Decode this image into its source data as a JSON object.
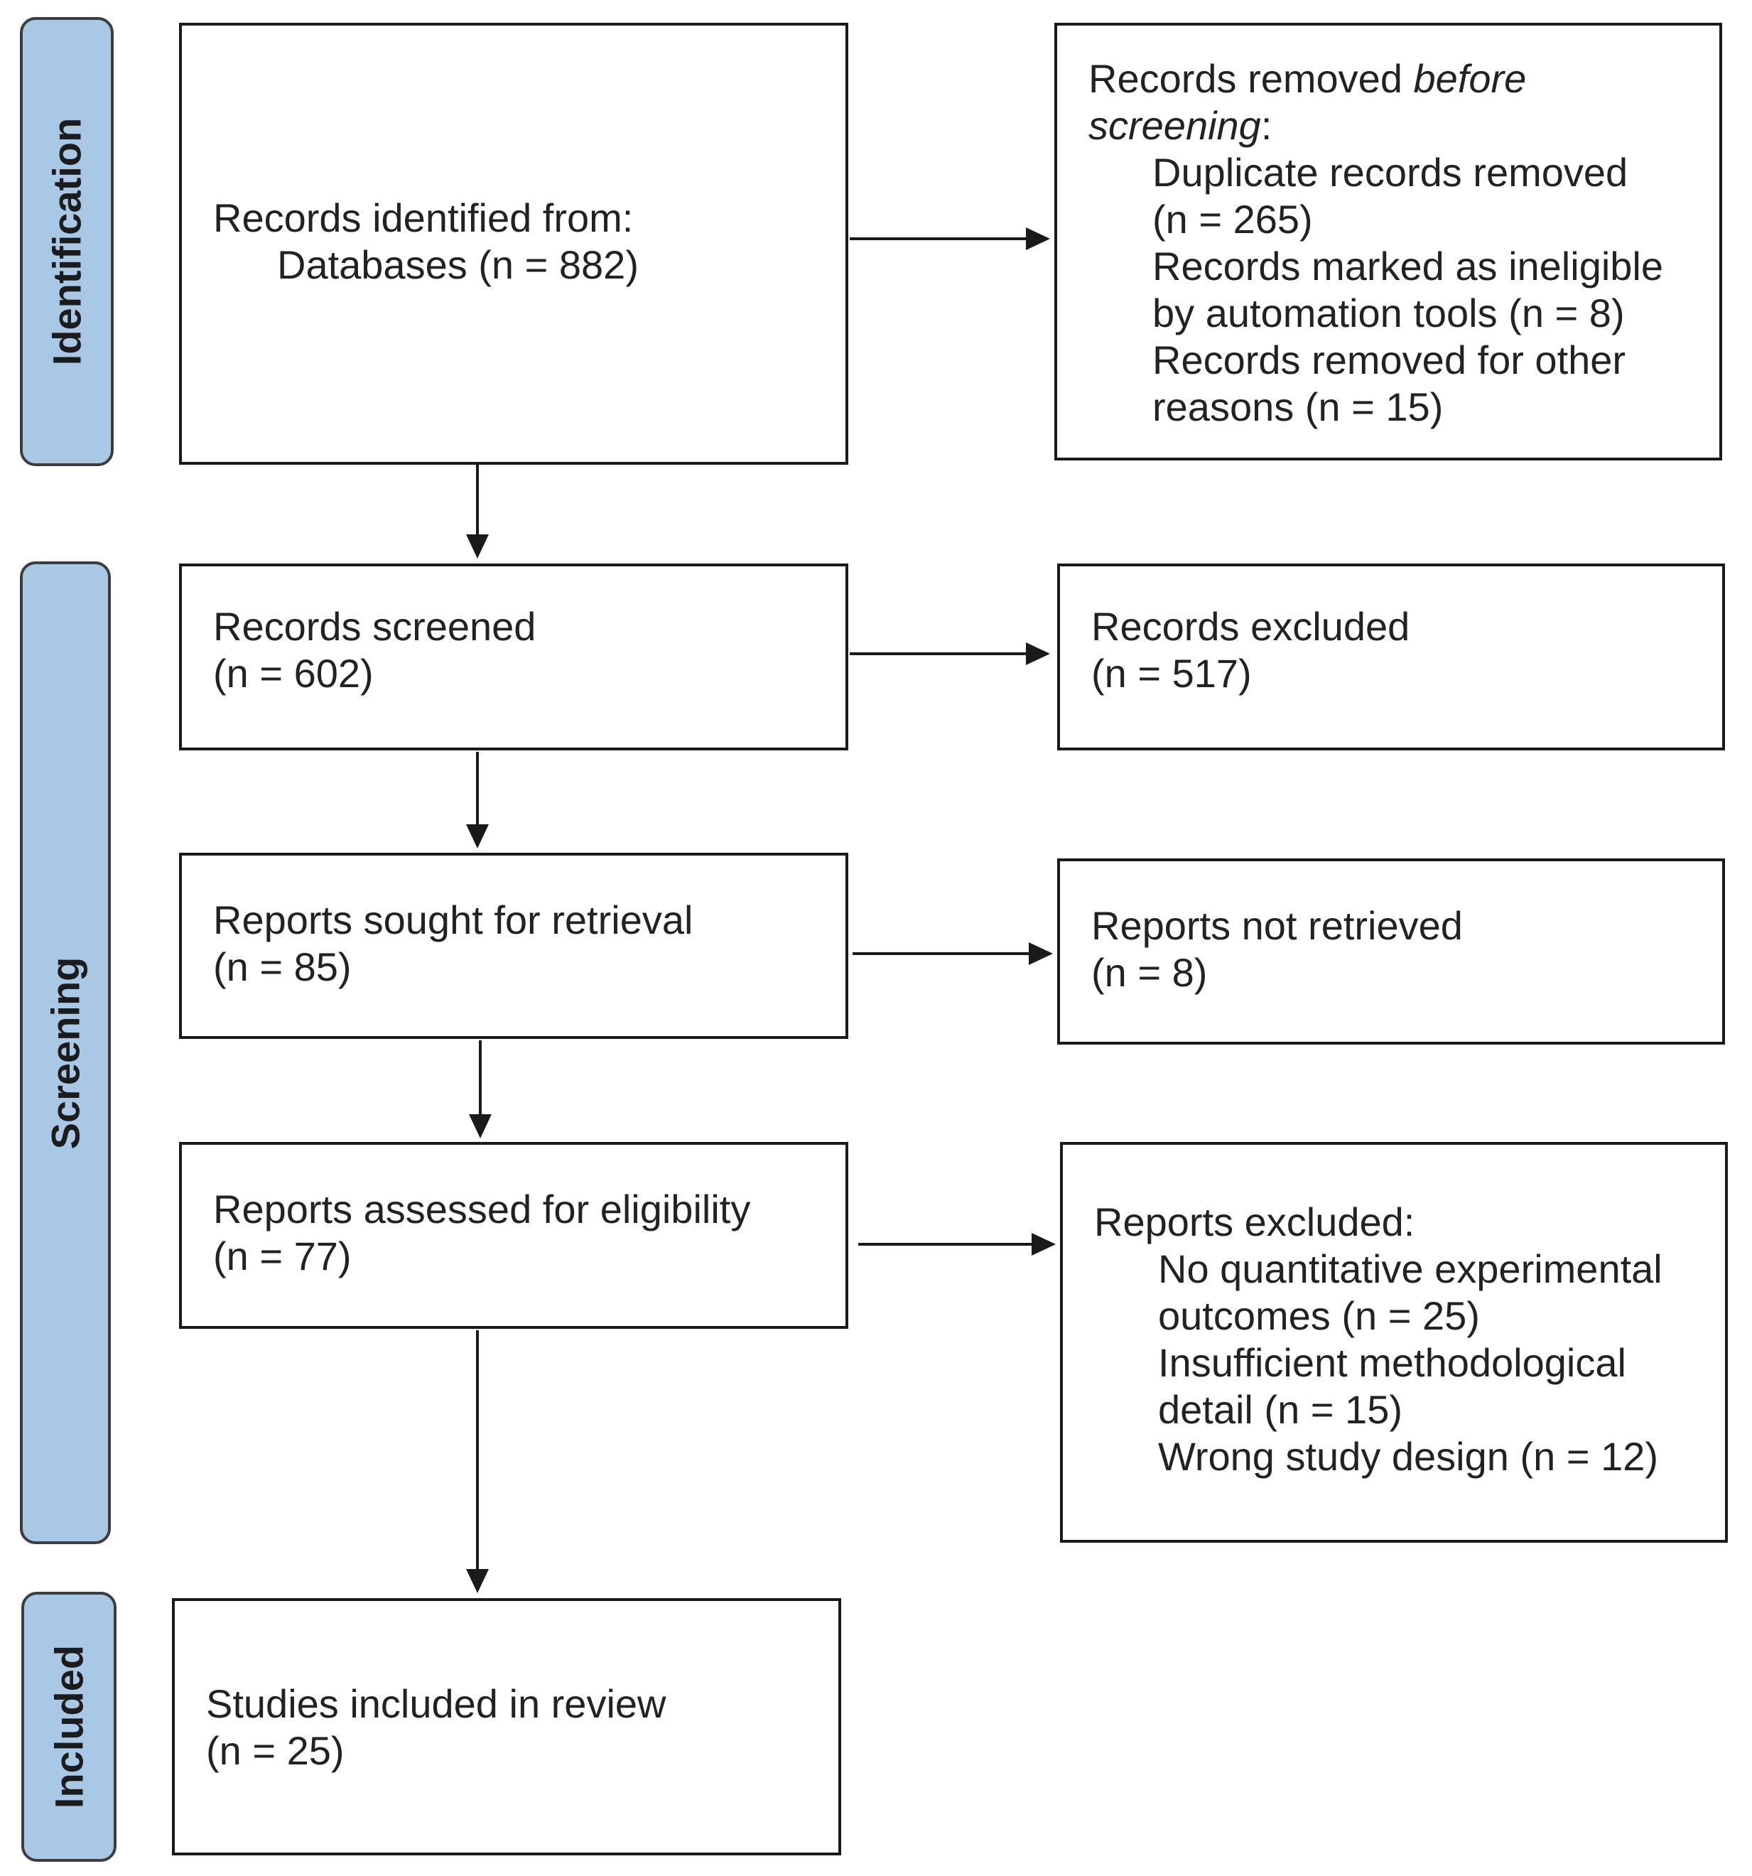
{
  "phases": {
    "identification": "Identification",
    "screening": "Screening",
    "included": "Included"
  },
  "boxes": {
    "identified": {
      "title": "Records identified from:",
      "detail": "Databases (n = 882)"
    },
    "removed_before": {
      "title_a": "Records removed ",
      "title_b": "before",
      "title_c": "screening",
      "title_d": ":",
      "items": [
        "Duplicate records removed",
        "(n = 265)",
        "Records marked as ineligible",
        "by automation tools (n = 8)",
        "Records removed for other",
        "reasons (n = 15)"
      ]
    },
    "screened": {
      "title": "Records screened",
      "count": "(n = 602)"
    },
    "excluded": {
      "title": "Records excluded",
      "count": "(n = 517)"
    },
    "sought": {
      "title": "Reports sought for retrieval",
      "count": "(n = 85)"
    },
    "not_retrieved": {
      "title": "Reports not retrieved",
      "count": "(n = 8)"
    },
    "assessed": {
      "title": "Reports assessed for eligibility",
      "count": "(n = 77)"
    },
    "reports_excluded": {
      "title": "Reports excluded:",
      "items": [
        "No quantitative experimental",
        "outcomes (n = 25)",
        "Insufficient methodological",
        "detail (n = 15)",
        "Wrong study design (n = 12)"
      ]
    },
    "included": {
      "title": "Studies included in review",
      "count": "(n = 25)"
    }
  },
  "colors": {
    "phase_fill": "#a9c8e6",
    "box_border": "#1a1a1a",
    "arrow": "#1a1a1a"
  }
}
